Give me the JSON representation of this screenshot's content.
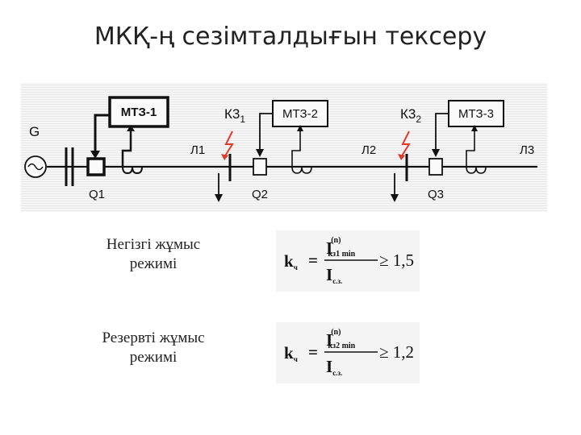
{
  "title": "МКҚ-ң сезімталдығын тексеру",
  "diagram": {
    "generator": "G",
    "relays": [
      "МТЗ-1",
      "МТЗ-2",
      "МТЗ-3"
    ],
    "breakers": [
      "Q1",
      "Q2",
      "Q3"
    ],
    "lines": [
      "Л1",
      "Л2",
      "Л3"
    ],
    "faults": [
      {
        "main": "К3",
        "sub": "1"
      },
      {
        "main": "К3",
        "sub": "2"
      }
    ]
  },
  "modes": [
    {
      "label_line1": "Негізгі жұмыс",
      "label_line2": "режимі",
      "formula": {
        "lhs_main": "k",
        "lhs_sub": "ч",
        "num_main": "I",
        "num_sup": "(n)",
        "num_sub": "кз1 min",
        "den_main": "I",
        "den_sub": "с.з.",
        "relation": "≥ 1,5"
      }
    },
    {
      "label_line1": "Резервті жұмыс",
      "label_line2": "режимі",
      "formula": {
        "lhs_main": "k",
        "lhs_sub": "ч",
        "num_main": "I",
        "num_sup": "(n)",
        "num_sub": "кз2 min",
        "den_main": "I",
        "den_sub": "с.з.",
        "relation": "≥ 1,2"
      }
    }
  ],
  "colors": {
    "line": "#111111",
    "fault_arrow": "#e23a2a",
    "diagram_bg": "#f3f3f3",
    "formula_bg": "#f4f4f4"
  }
}
